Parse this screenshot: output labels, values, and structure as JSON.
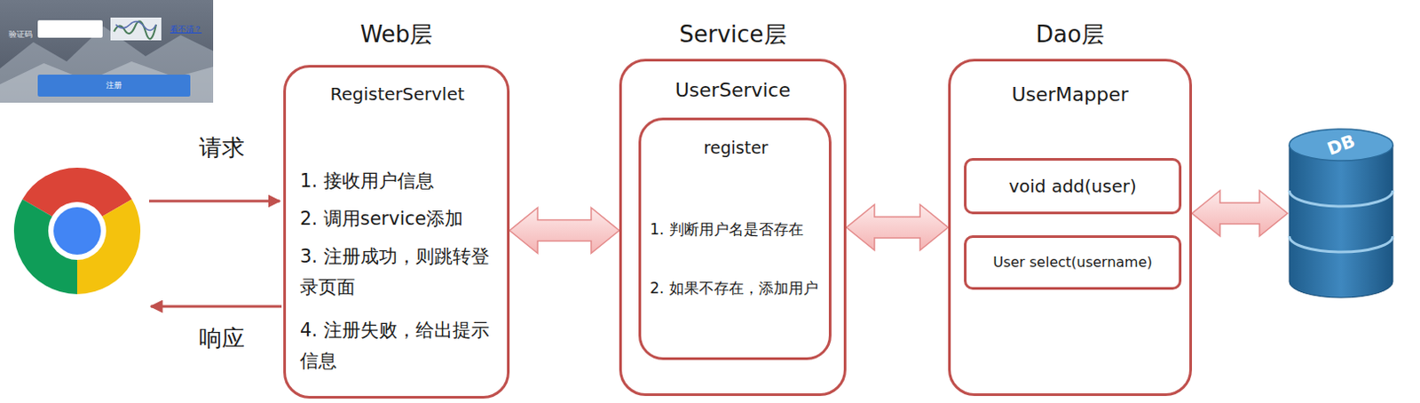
{
  "diagram": {
    "nodes": [
      {
        "text": [
          "Web层",
          "RegisterServlet",
          "1. 接收用户信息",
          "2. 调用service添加",
          "3. 注册成功，则跳转登录页面",
          "4. 注册失败，给出提示信息"
        ]
      },
      {
        "text": [
          "Service层",
          "UserService"
        ]
      },
      {
        "text": [
          "register",
          "1. 判断用户名是否存在",
          "2. 如果不存在，添加用户"
        ],
        "in": 1
      },
      {
        "text": [
          "Dao层",
          "UserMapper"
        ]
      },
      {
        "text": [
          "void add(user)"
        ],
        "in": 3
      },
      {
        "text": [
          "User select(username)"
        ],
        "in": 3
      },
      {
        "text": [
          "DB"
        ]
      }
    ],
    "edges": [
      {
        "from": 0,
        "to": 1,
        "arrow": "both"
      },
      {
        "from": 1,
        "to": 3,
        "arrow": "both"
      },
      {
        "from": 3,
        "to": 6,
        "arrow": "both"
      }
    ],
    "labels": [
      "验证码",
      "看不清？",
      "注册",
      "请求",
      "响应"
    ]
  }
}
